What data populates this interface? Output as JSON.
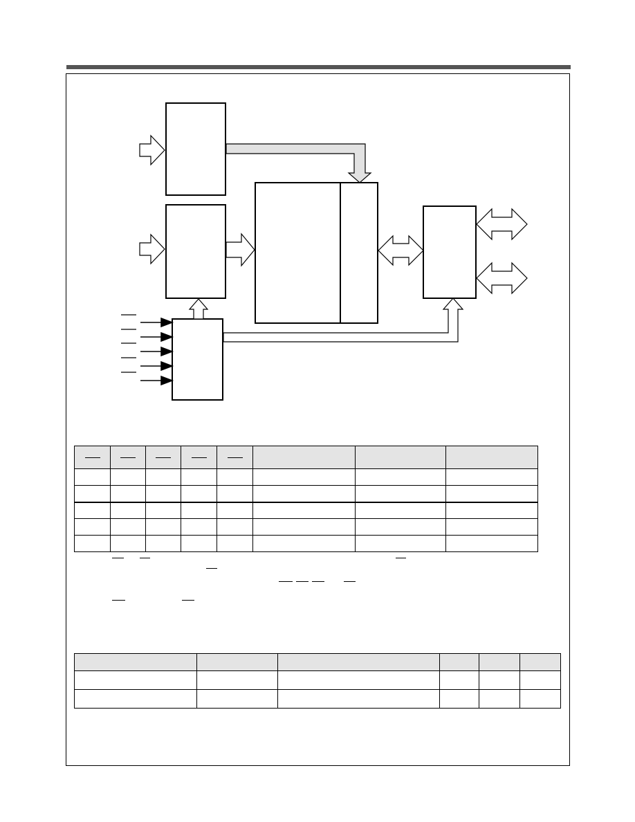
{
  "diagram": {
    "blocks": [
      {
        "id": "block-top-left",
        "label": ""
      },
      {
        "id": "block-mid-left",
        "label": ""
      },
      {
        "id": "block-control",
        "label": ""
      },
      {
        "id": "block-memory-array",
        "label": ""
      },
      {
        "id": "block-memory-side",
        "label": ""
      },
      {
        "id": "block-io",
        "label": ""
      }
    ],
    "control_inputs": [
      "",
      "",
      "",
      "",
      ""
    ]
  },
  "truth_table": {
    "headers": [
      "",
      "",
      "",
      "",
      "",
      "",
      "",
      ""
    ],
    "rows": [
      [
        "",
        "",
        "",
        "",
        "",
        "",
        "",
        ""
      ],
      [
        "",
        "",
        "",
        "",
        "",
        "",
        "",
        ""
      ],
      [
        "",
        "",
        "",
        "",
        "",
        "",
        "",
        ""
      ],
      [
        "",
        "",
        "",
        "",
        "",
        "",
        "",
        ""
      ],
      [
        "",
        "",
        "",
        "",
        "",
        "",
        "",
        ""
      ]
    ]
  },
  "notes": [
    "",
    "",
    ""
  ],
  "spec_table": {
    "headers": [
      "",
      "",
      "",
      "",
      "",
      ""
    ],
    "rows": [
      [
        "",
        "",
        "",
        "",
        "",
        ""
      ],
      [
        "",
        "",
        "",
        "",
        "",
        ""
      ]
    ]
  }
}
